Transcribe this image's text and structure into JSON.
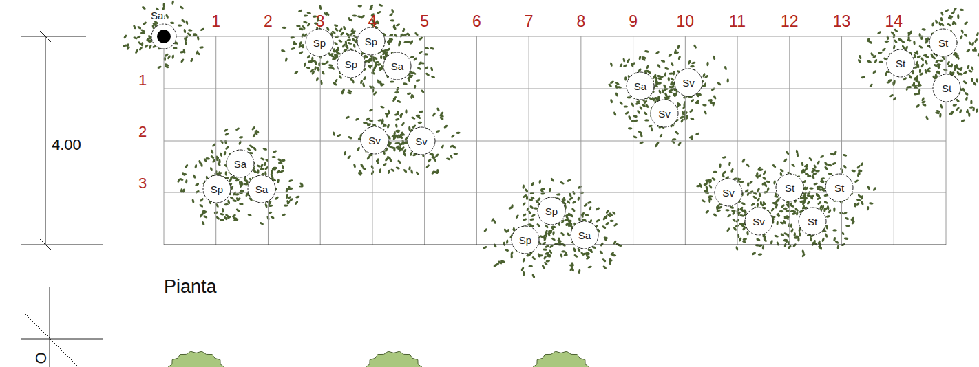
{
  "diagram": {
    "nodes": [
      {
        "text": [
          "Sa"
        ]
      },
      {
        "text": [
          "Sp"
        ]
      },
      {
        "text": [
          "Sp"
        ]
      },
      {
        "text": [
          "Sp"
        ]
      },
      {
        "text": [
          "Sa"
        ]
      },
      {
        "text": [
          "Sa"
        ]
      },
      {
        "text": [
          "Sv"
        ]
      },
      {
        "text": [
          "Sv"
        ]
      },
      {
        "text": [
          "St"
        ]
      },
      {
        "text": [
          "St"
        ]
      },
      {
        "text": [
          "St"
        ]
      },
      {
        "text": [
          "Sv"
        ]
      },
      {
        "text": [
          "Sv"
        ]
      },
      {
        "text": [
          "Sa"
        ]
      },
      {
        "text": [
          "Sp"
        ]
      },
      {
        "text": [
          "Sa"
        ]
      },
      {
        "text": [
          "Sv"
        ]
      },
      {
        "text": [
          "St"
        ]
      },
      {
        "text": [
          "St"
        ]
      },
      {
        "text": [
          "Sv"
        ]
      },
      {
        "text": [
          "St"
        ]
      },
      {
        "text": [
          "Sp"
        ]
      },
      {
        "text": [
          "Sp"
        ]
      },
      {
        "text": [
          "Sa"
        ]
      }
    ],
    "labels": [
      "4.00",
      "Pianta",
      "1",
      "2",
      "3",
      "4",
      "5",
      "6",
      "7",
      "8",
      "9",
      "10",
      "11",
      "12",
      "13",
      "14",
      "1",
      "2",
      "3",
      "O"
    ]
  }
}
